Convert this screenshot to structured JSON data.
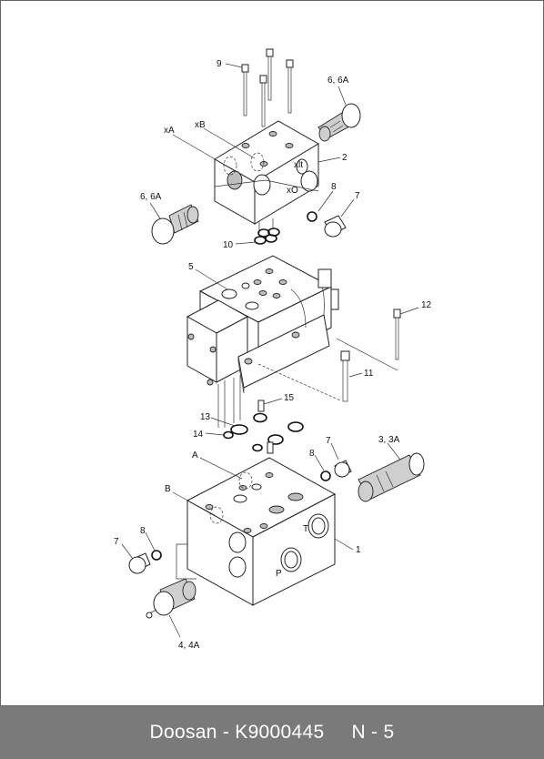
{
  "footer": {
    "brand_part": "Doosan - K9000445",
    "page_ref": "N - 5"
  },
  "callouts": {
    "c9": "9",
    "c6_top": "6, 6A",
    "c6_left": "6, 6A",
    "cxA": "xA",
    "cxB": "xB",
    "cxlt": "xlt",
    "cxO": "xO",
    "c2": "2",
    "c8_top": "8",
    "c7_top": "7",
    "c10": "10",
    "c5": "5",
    "c12": "12",
    "c11": "11",
    "c15": "15",
    "c13": "13",
    "c14": "14",
    "c3": "3, 3A",
    "c7_mid": "7",
    "c8_mid": "8",
    "cA": "A",
    "cB": "B",
    "cT": "T",
    "c1": "1",
    "c8_low": "8",
    "c7_low": "7",
    "cP": "P",
    "c4": "4, 4A"
  }
}
